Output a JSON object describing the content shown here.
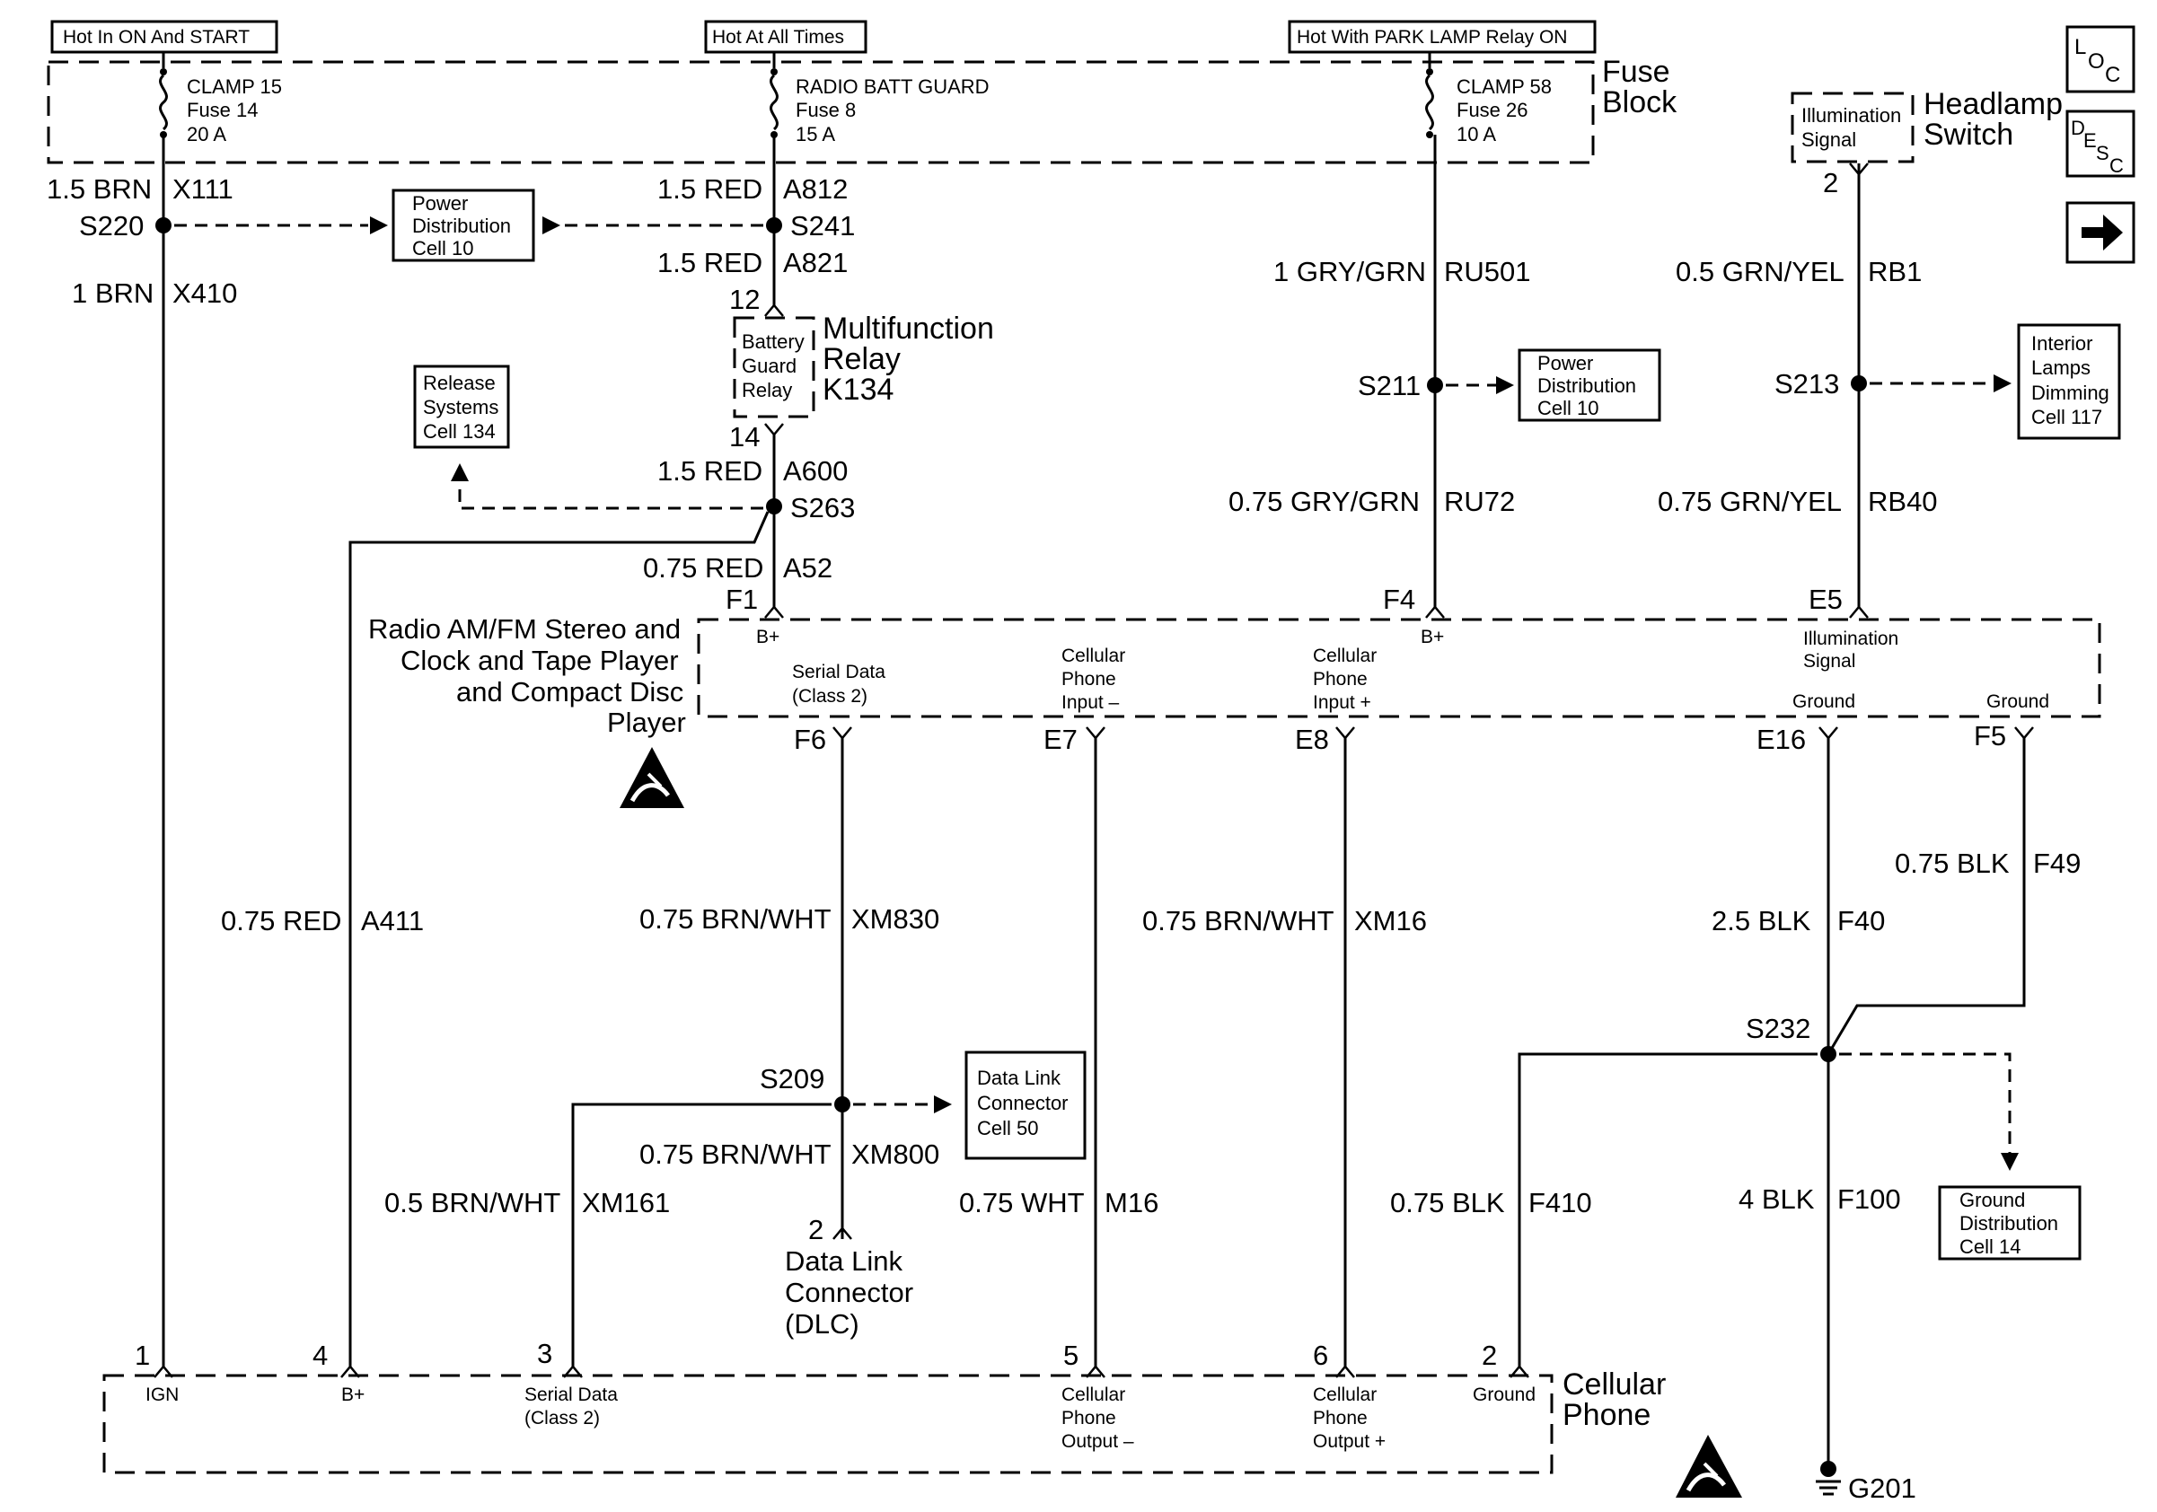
{
  "headers": {
    "hot_ign": "Hot In ON And START",
    "hot_all": "Hot At All Times",
    "hot_park": "Hot With PARK LAMP Relay ON"
  },
  "fuse_block": {
    "label_1": "Fuse",
    "label_2": "Block",
    "fuse_a": {
      "line1": "CLAMP 15",
      "line2": "Fuse 14",
      "line3": "20 A"
    },
    "fuse_b": {
      "line1": "RADIO BATT GUARD",
      "line2": "Fuse 8",
      "line3": "15 A"
    },
    "fuse_c": {
      "line1": "CLAMP 58",
      "line2": "Fuse 26",
      "line3": "10 A"
    }
  },
  "nav": {
    "loc": "LOC",
    "desc": "DESC",
    "next": "next page"
  },
  "headlamp_switch": {
    "box_line1": "Illumination",
    "box_line2": "Signal",
    "name_1": "Headlamp",
    "name_2": "Switch",
    "pin": "2"
  },
  "wires": {
    "w1": {
      "gauge": "1.5 BRN",
      "circuit": "X111"
    },
    "w2": {
      "gauge": "1 BRN",
      "circuit": "X410"
    },
    "w3": {
      "gauge": "1.5 RED",
      "circuit": "A812"
    },
    "w4": {
      "gauge": "1.5 RED",
      "circuit": "A821"
    },
    "w5": {
      "gauge": "1.5 RED",
      "circuit": "A600"
    },
    "w6": {
      "gauge": "0.75 RED",
      "circuit": "A52"
    },
    "w7": {
      "gauge": "1 GRY/GRN",
      "circuit": "RU501"
    },
    "w8": {
      "gauge": "0.75 GRY/GRN",
      "circuit": "RU72"
    },
    "w9": {
      "gauge": "0.5 GRN/YEL",
      "circuit": "RB1"
    },
    "w10": {
      "gauge": "0.75 GRN/YEL",
      "circuit": "RB40"
    },
    "w11": {
      "gauge": "0.75 RED",
      "circuit": "A411"
    },
    "w12": {
      "gauge": "0.75 BRN/WHT",
      "circuit": "XM830"
    },
    "w13": {
      "gauge": "0.75 BRN/WHT",
      "circuit": "XM16"
    },
    "w14": {
      "gauge": "0.75 BLK",
      "circuit": "F49"
    },
    "w15": {
      "gauge": "2.5 BLK",
      "circuit": "F40"
    },
    "w16": {
      "gauge": "0.75 BRN/WHT",
      "circuit": "XM800"
    },
    "w17": {
      "gauge": "0.5 BRN/WHT",
      "circuit": "XM161"
    },
    "w18": {
      "gauge": "0.75 WHT",
      "circuit": "M16"
    },
    "w19": {
      "gauge": "0.75 BLK",
      "circuit": "F410"
    },
    "w20": {
      "gauge": "4 BLK",
      "circuit": "F100"
    }
  },
  "splices": {
    "s220": "S220",
    "s241": "S241",
    "s263": "S263",
    "s211": "S211",
    "s213": "S213",
    "s209": "S209",
    "s232": "S232"
  },
  "refs": {
    "power_dist_1": {
      "line1": "Power",
      "line2": "Distribution",
      "line3": "Cell 10"
    },
    "power_dist_2": {
      "line1": "Power",
      "line2": "Distribution",
      "line3": "Cell 10"
    },
    "release": {
      "line1": "Release",
      "line2": "Systems",
      "line3": "Cell 134"
    },
    "interior": {
      "line1": "Interior",
      "line2": "Lamps",
      "line3": "Dimming",
      "line4": "Cell 117"
    },
    "dlc": {
      "line1": "Data Link",
      "line2": "Connector",
      "line3": "Cell 50"
    },
    "ground_dist": {
      "line1": "Ground",
      "line2": "Distribution",
      "line3": "Cell 14"
    }
  },
  "relay": {
    "box_line1": "Battery",
    "box_line2": "Guard",
    "box_line3": "Relay",
    "name_1": "Multifunction",
    "name_2": "Relay",
    "name_3": "K134",
    "pin_top": "12",
    "pin_bottom": "14"
  },
  "radio": {
    "name_1": "Radio AM/FM Stereo and",
    "name_2": "Clock and Tape Player",
    "name_3": "and Compact Disc",
    "name_4": "Player",
    "pins": {
      "f1": "F1",
      "f4": "F4",
      "e5": "E5",
      "f6": "F6",
      "e7": "E7",
      "e8": "E8",
      "e16": "E16",
      "f5": "F5"
    },
    "bplus_1": "B+",
    "bplus_2": "B+",
    "illum_1": "Illumination",
    "illum_2": "Signal",
    "serial_1": "Serial Data",
    "serial_2": "(Class 2)",
    "cin_minus_1": "Cellular",
    "cin_minus_2": "Phone",
    "cin_minus_3": "Input –",
    "cin_plus_1": "Cellular",
    "cin_plus_2": "Phone",
    "cin_plus_3": "Input +",
    "ground_1": "Ground",
    "ground_2": "Ground"
  },
  "dlc_conn": {
    "pin": "2",
    "name_1": "Data Link",
    "name_2": "Connector",
    "name_3": "(DLC)"
  },
  "cell_phone": {
    "name_1": "Cellular",
    "name_2": "Phone",
    "pins": {
      "p1": "1",
      "p4": "4",
      "p3": "3",
      "p5": "5",
      "p6": "6",
      "p2": "2"
    },
    "ign": "IGN",
    "bplus": "B+",
    "serial_1": "Serial Data",
    "serial_2": "(Class 2)",
    "cout_minus_1": "Cellular",
    "cout_minus_2": "Phone",
    "cout_minus_3": "Output –",
    "cout_plus_1": "Cellular",
    "cout_plus_2": "Phone",
    "cout_plus_3": "Output +",
    "ground": "Ground"
  },
  "ground_point": "G201"
}
